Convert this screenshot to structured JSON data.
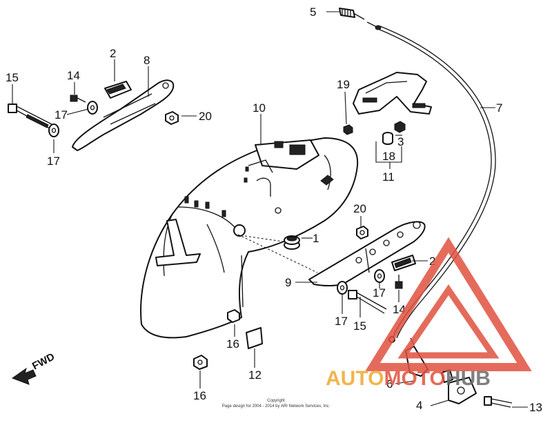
{
  "title": "",
  "callouts": {
    "c1": "1",
    "c2a": "2",
    "c2b": "2",
    "c3": "3",
    "c4": "4",
    "c5": "5",
    "c6": "6",
    "c7": "7",
    "c8": "8",
    "c9": "9",
    "c10": "10",
    "c11": "11",
    "c12": "12",
    "c13": "13",
    "c14a": "14",
    "c14b": "14",
    "c15a": "15",
    "c15b": "15",
    "c16a": "16",
    "c16b": "16",
    "c17a": "17",
    "c17b": "17",
    "c17c": "17",
    "c17d": "17",
    "c18": "18",
    "c19": "19",
    "c20a": "20",
    "c20b": "20"
  },
  "fwd_label": "FWD",
  "copyright": {
    "line1": "Copyright",
    "line2": "Page design for 2004 - 2014 by ARI Network Services, Inc."
  },
  "watermark": {
    "part1": "AUTO",
    "part2": "MOTO",
    "part3": "HUB",
    "color_red": "#e0523f",
    "color_orange": "#f0a830",
    "color_gray": "#6b6b6b"
  }
}
